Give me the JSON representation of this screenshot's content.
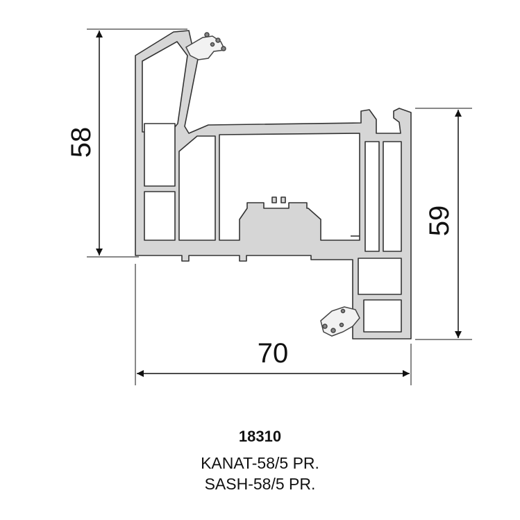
{
  "colors": {
    "profile_fill": "#d6d6d6",
    "profile_stroke": "#333333",
    "line": "#111111",
    "background": "#ffffff"
  },
  "dimensions": {
    "height_left": "58",
    "height_right": "59",
    "width_bottom": "70"
  },
  "caption": {
    "code": "18310",
    "line1": "KANAT-58/5 PR.",
    "line2": "SASH-58/5 PR."
  }
}
